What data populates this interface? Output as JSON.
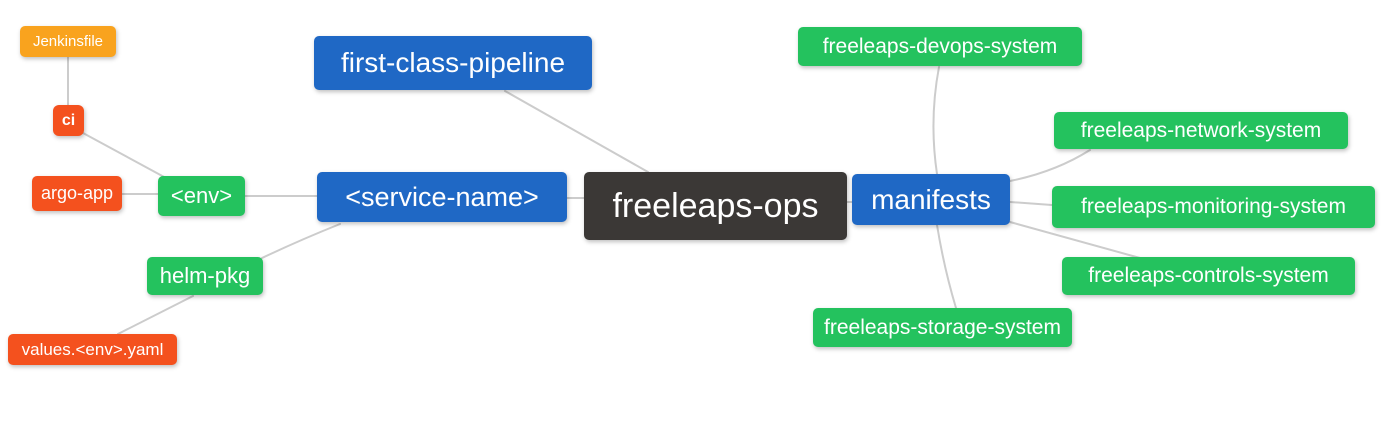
{
  "colors": {
    "blue": "#1f68c5",
    "green": "#24c25e",
    "orange": "#f9a31e",
    "red": "#f4511e",
    "dark": "#3b3836",
    "line": "#cccccc",
    "text": "#ffffff"
  },
  "nodes": {
    "jenkinsfile": {
      "label": "Jenkinsfile"
    },
    "ci": {
      "label": "ci"
    },
    "argo_app": {
      "label": "argo-app"
    },
    "env": {
      "label": "<env>"
    },
    "helm_pkg": {
      "label": "helm-pkg"
    },
    "values_env_yaml": {
      "label": "values.<env>.yaml"
    },
    "first_class_pipeline": {
      "label": "first-class-pipeline"
    },
    "service_name": {
      "label": "<service-name>"
    },
    "freeleaps_ops": {
      "label": "freeleaps-ops"
    },
    "manifests": {
      "label": "manifests"
    },
    "devops_system": {
      "label": "freeleaps-devops-system"
    },
    "network_system": {
      "label": "freeleaps-network-system"
    },
    "monitoring_system": {
      "label": "freeleaps-monitoring-system"
    },
    "controls_system": {
      "label": "freeleaps-controls-system"
    },
    "storage_system": {
      "label": "freeleaps-storage-system"
    }
  },
  "edges": [
    {
      "from": "Jenkinsfile",
      "to": "ci"
    },
    {
      "from": "ci",
      "to": "<env>"
    },
    {
      "from": "argo-app",
      "to": "<env>"
    },
    {
      "from": "<env>",
      "to": "<service-name>"
    },
    {
      "from": "helm-pkg",
      "to": "<service-name>"
    },
    {
      "from": "values.<env>.yaml",
      "to": "helm-pkg"
    },
    {
      "from": "first-class-pipeline",
      "to": "freeleaps-ops"
    },
    {
      "from": "<service-name>",
      "to": "freeleaps-ops"
    },
    {
      "from": "freeleaps-ops",
      "to": "manifests"
    },
    {
      "from": "manifests",
      "to": "freeleaps-devops-system"
    },
    {
      "from": "manifests",
      "to": "freeleaps-network-system"
    },
    {
      "from": "manifests",
      "to": "freeleaps-monitoring-system"
    },
    {
      "from": "manifests",
      "to": "freeleaps-controls-system"
    },
    {
      "from": "manifests",
      "to": "freeleaps-storage-system"
    }
  ]
}
